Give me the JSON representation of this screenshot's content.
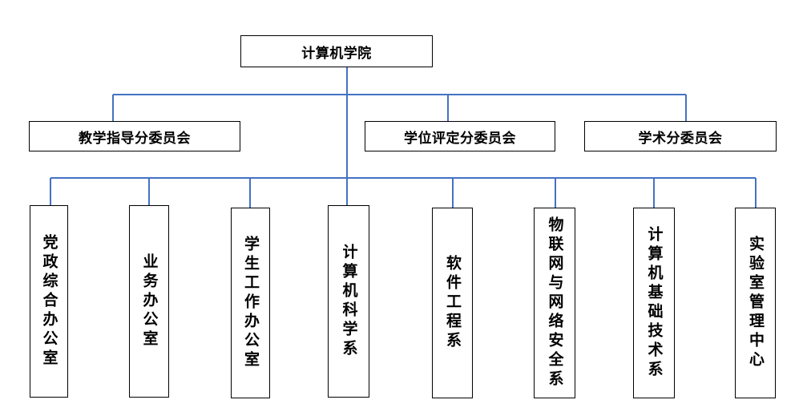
{
  "colors": {
    "connector": "#4472C4",
    "border": "#000000",
    "text": "#000000"
  },
  "root": {
    "label": "计算机学院"
  },
  "committees": [
    {
      "label": "教学指导分委员会"
    },
    {
      "label": "学位评定分委员会"
    },
    {
      "label": "学术分委员会"
    }
  ],
  "departments": [
    {
      "label": "党政综合办公室"
    },
    {
      "label": "业务办公室"
    },
    {
      "label": "学生工作办公室"
    },
    {
      "label": "计算机科学系"
    },
    {
      "label": "软件工程系"
    },
    {
      "label": "物联网与网络安全系"
    },
    {
      "label": "计算机基础技术系"
    },
    {
      "label": "实验室管理中心"
    }
  ]
}
